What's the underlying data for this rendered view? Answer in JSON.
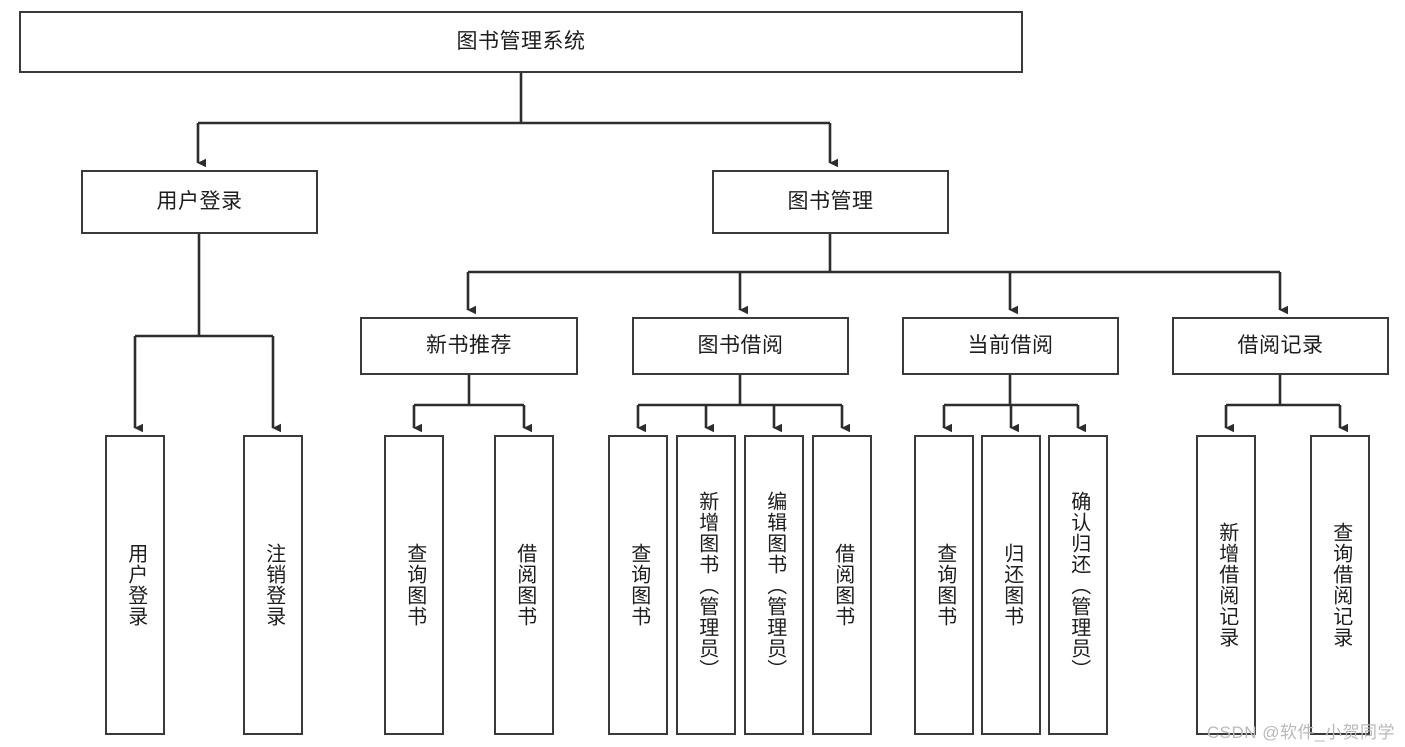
{
  "diagram": {
    "type": "tree-hierarchy",
    "title": "图书管理系统",
    "watermark": "CSDN @软件_小贺同学",
    "colors": {
      "box_border": "#3a3a3a",
      "box_fill": "#ffffff",
      "connector": "#2d2d2d",
      "text": "#1d1d1d",
      "watermark": "#b9b9b9",
      "background": "#ffffff"
    },
    "root": {
      "label": "图书管理系统"
    },
    "level2": [
      {
        "label": "用户登录"
      },
      {
        "label": "图书管理"
      }
    ],
    "level3": [
      {
        "label": "新书推荐"
      },
      {
        "label": "图书借阅"
      },
      {
        "label": "当前借阅"
      },
      {
        "label": "借阅记录"
      }
    ],
    "leaves": {
      "user_login": [
        {
          "label": "用户登录"
        },
        {
          "label": "注销登录"
        }
      ],
      "new_book_recommend": [
        {
          "label": "查询图书"
        },
        {
          "label": "借阅图书"
        }
      ],
      "book_borrow": [
        {
          "label": "查询图书"
        },
        {
          "label": "新增图书（管理员）"
        },
        {
          "label": "编辑图书（管理员）"
        },
        {
          "label": "借阅图书"
        }
      ],
      "current_borrow": [
        {
          "label": "查询图书"
        },
        {
          "label": "归还图书"
        },
        {
          "label": "确认归还（管理员）"
        }
      ],
      "borrow_record": [
        {
          "label": "新增借阅记录"
        },
        {
          "label": "查询借阅记录"
        }
      ]
    }
  }
}
